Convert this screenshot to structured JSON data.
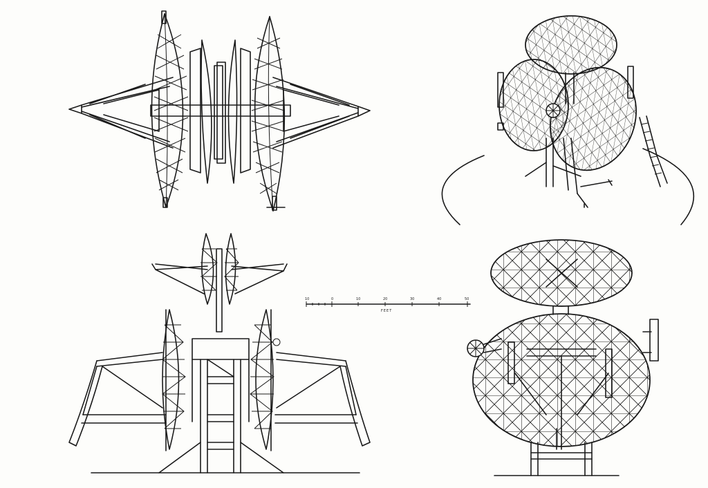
{
  "scale_bar": {
    "tick_labels": [
      "10",
      "0",
      "10",
      "20",
      "30",
      "40",
      "50"
    ],
    "unit": "FEET"
  },
  "views": [
    {
      "id": "plan",
      "icon": "plan-view-drawing-icon"
    },
    {
      "id": "perspective",
      "icon": "perspective-view-drawing-icon"
    },
    {
      "id": "front-elevation",
      "icon": "front-elevation-drawing-icon"
    },
    {
      "id": "side-elevation",
      "icon": "side-elevation-drawing-icon"
    }
  ]
}
